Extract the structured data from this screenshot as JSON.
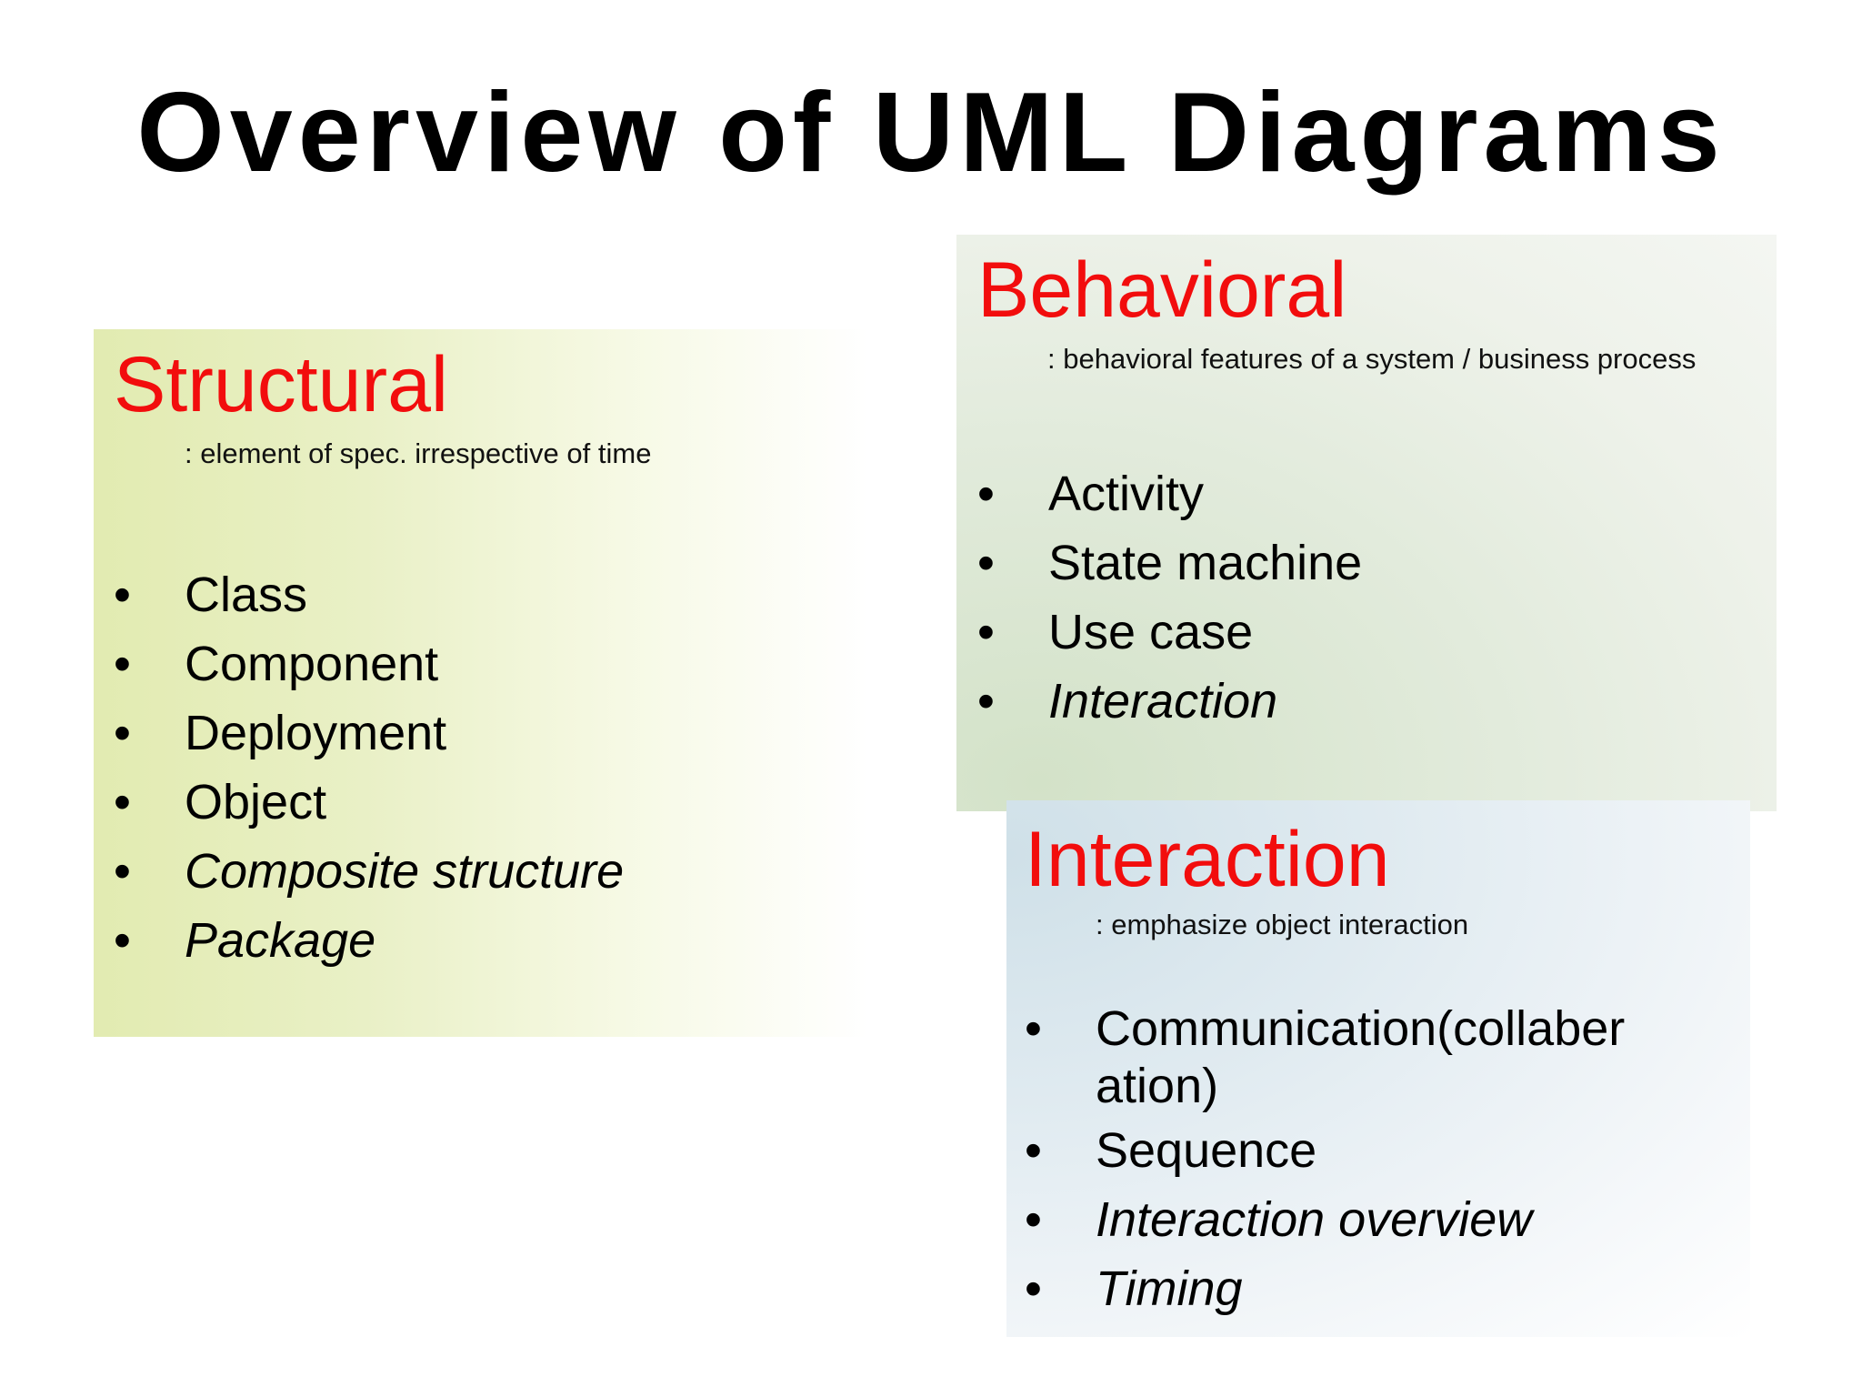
{
  "slide": {
    "title": "Overview of UML Diagrams"
  },
  "structural": {
    "heading": "Structural",
    "description": ": element of spec. irrespective of time",
    "items": [
      {
        "label": "Class",
        "italic": false
      },
      {
        "label": "Component",
        "italic": false
      },
      {
        "label": "Deployment",
        "italic": false
      },
      {
        "label": "Object",
        "italic": false
      },
      {
        "label": "Composite structure",
        "italic": true
      },
      {
        "label": "Package",
        "italic": true
      }
    ]
  },
  "behavioral": {
    "heading": "Behavioral",
    "description": ": behavioral features of a system / business process",
    "items": [
      {
        "label": "Activity",
        "italic": false
      },
      {
        "label": "State machine",
        "italic": false
      },
      {
        "label": "Use case",
        "italic": false
      },
      {
        "label": "Interaction",
        "italic": true
      }
    ]
  },
  "interaction": {
    "heading": "Interaction",
    "description": ": emphasize object interaction",
    "items": [
      {
        "label": "Communication(collaberation)",
        "italic": false
      },
      {
        "label": "Sequence",
        "italic": false
      },
      {
        "label": "Interaction overview",
        "italic": true
      },
      {
        "label": "Timing",
        "italic": true
      }
    ]
  },
  "bullet_symbol": "•",
  "colors": {
    "heading": "#f20d0d",
    "text": "#000000",
    "structural_bg": "#e2ebb1",
    "behavioral_bg": "#d3e2c8",
    "interaction_bg": "#cfe0e8"
  }
}
